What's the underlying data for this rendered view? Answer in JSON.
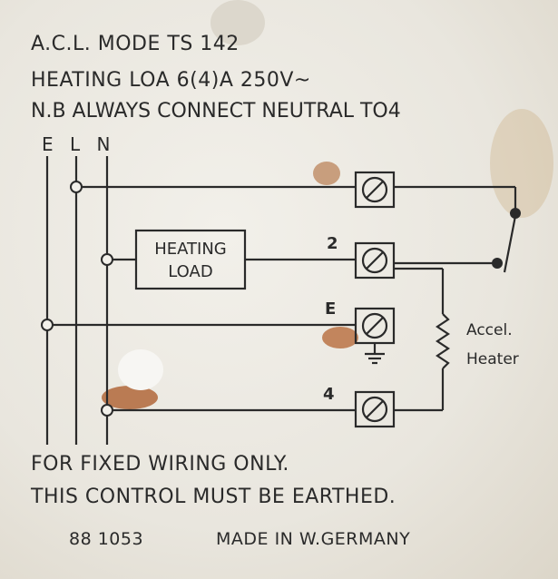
{
  "header": {
    "line1": "A.C.L. MODE   TS 142",
    "line2": "HEATING LOA    6(4)A 250V~",
    "line3": "N.B ALWAYS CONNECT NEUTRAL TO4"
  },
  "supply_labels": "E L N",
  "diagram": {
    "load_box_line1": "HEATING",
    "load_box_line2": "LOAD",
    "terminal_2": "2",
    "terminal_E": "E",
    "terminal_4": "4",
    "heater_label_line1": "Accel.",
    "heater_label_line2": "Heater"
  },
  "footer": {
    "line1": "FOR FIXED  WIRING ONLY.",
    "line2": "THIS CONTROL MUST BE  EARTHED.",
    "part_number": "88 1053",
    "made_in": "MADE IN W.GERMANY"
  },
  "colors": {
    "paper": "#ece9e2",
    "ink": "#2a2a2a",
    "rust": "#b5652a"
  }
}
